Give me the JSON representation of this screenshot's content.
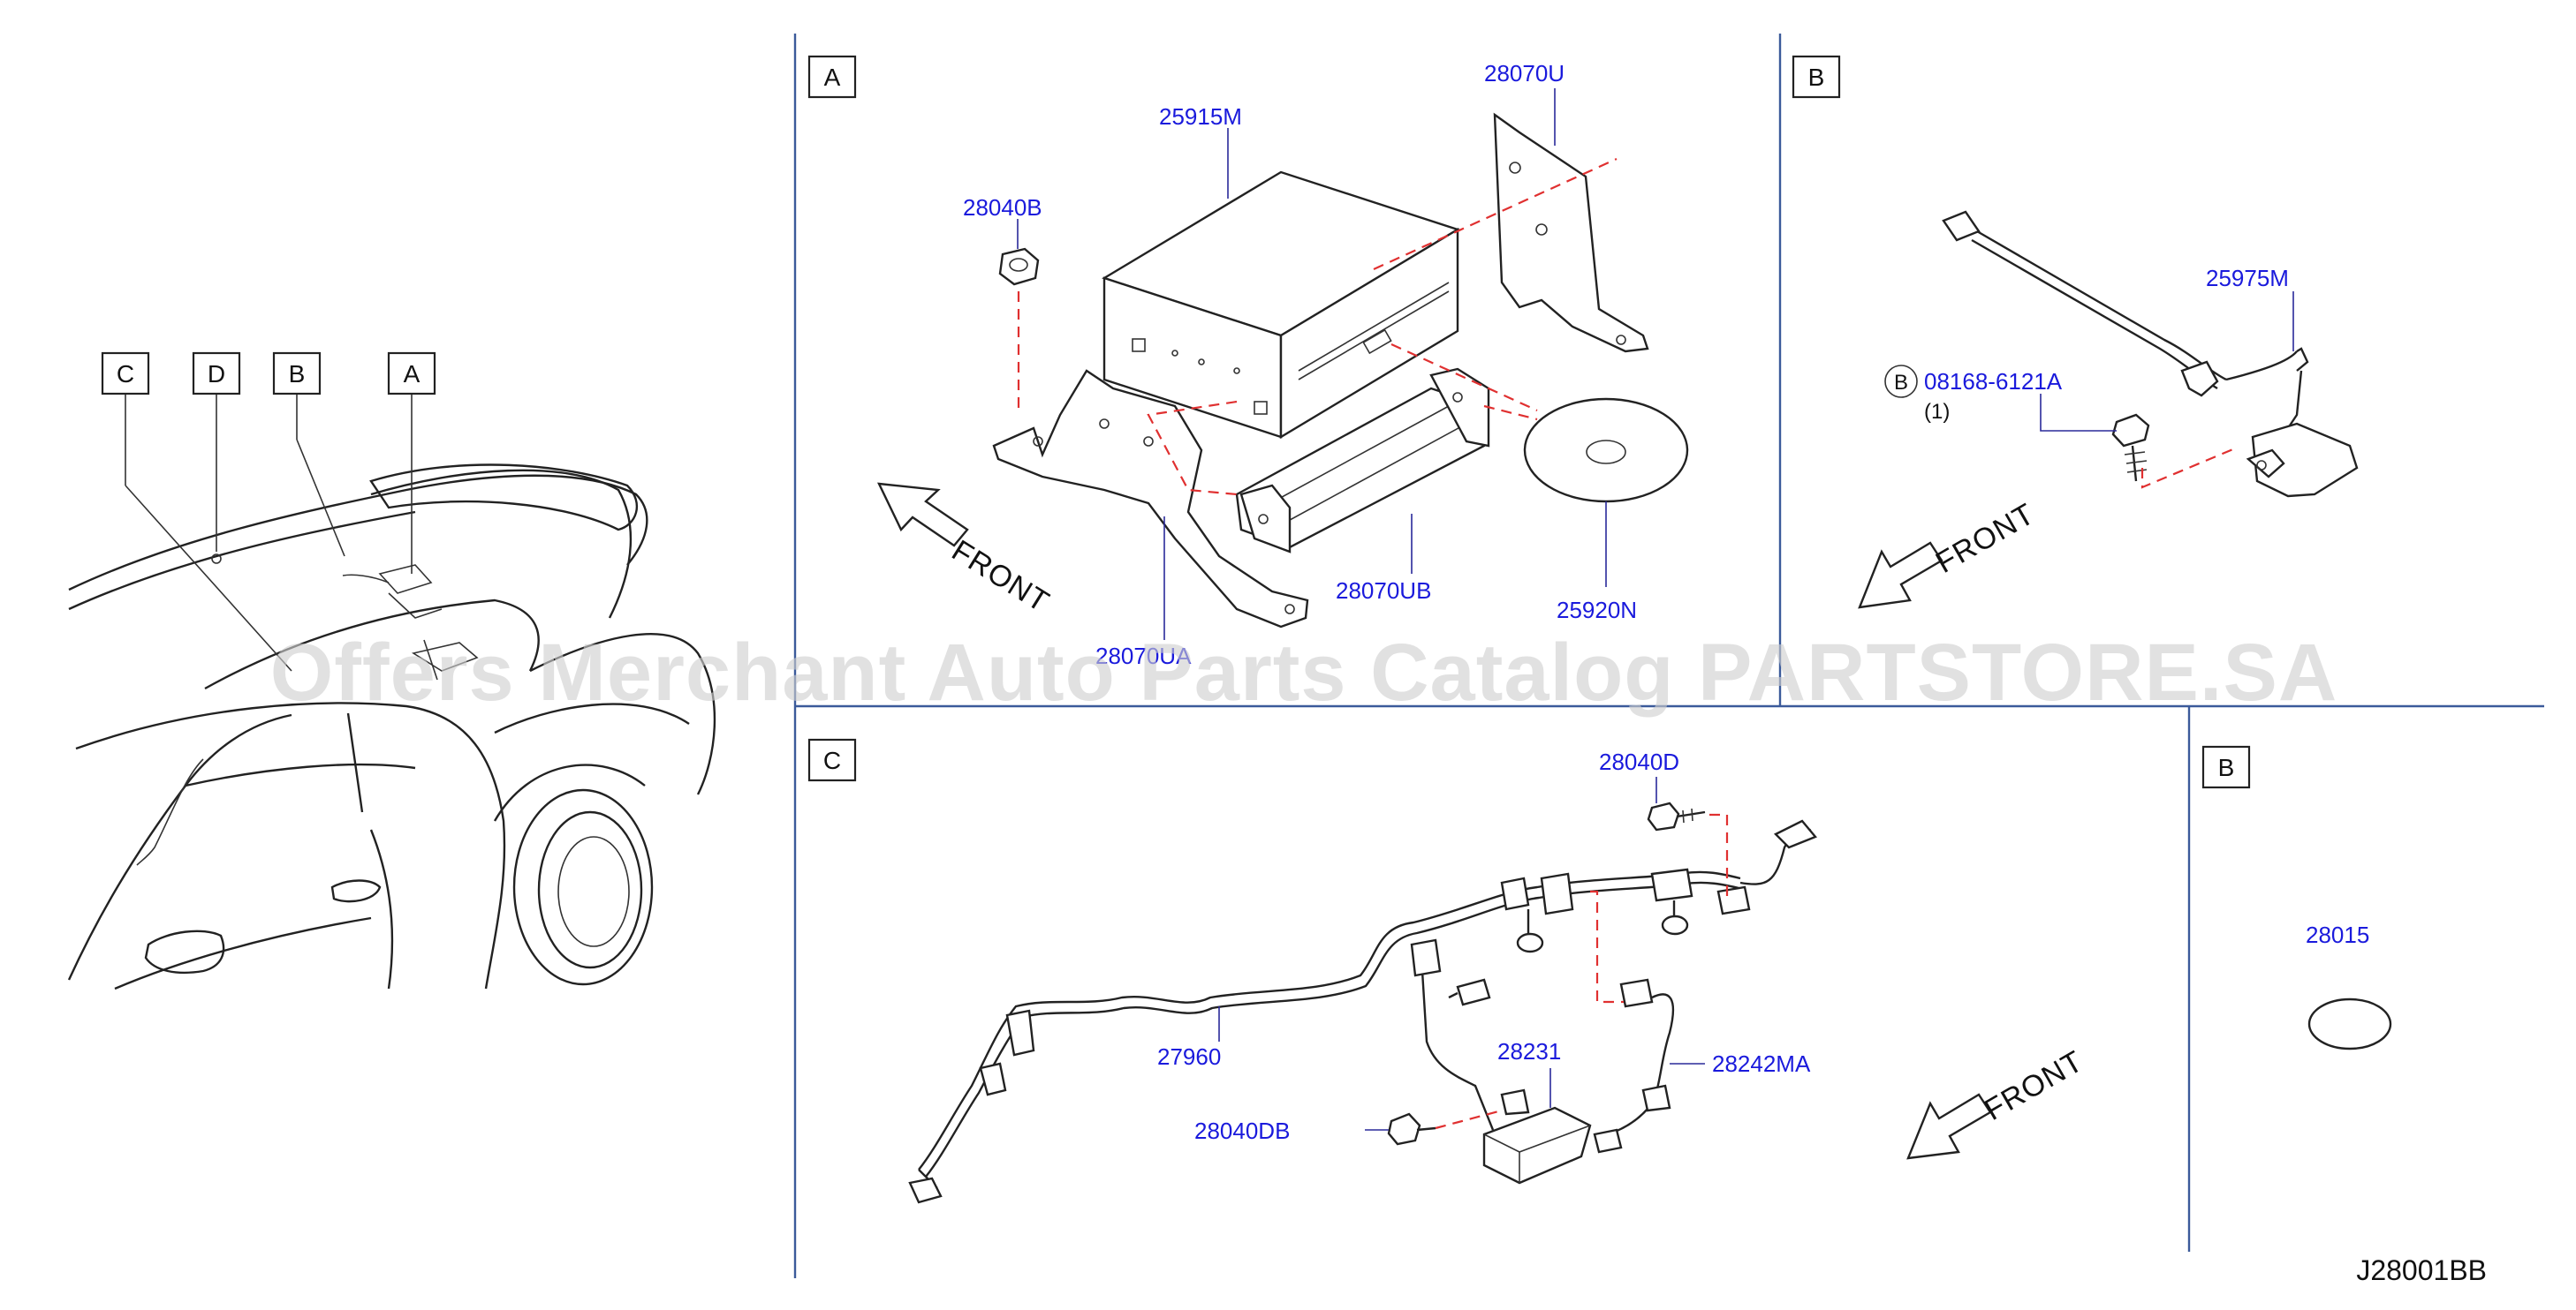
{
  "overview": {
    "view_tags": [
      "C",
      "D",
      "B",
      "A"
    ]
  },
  "panel_a": {
    "tag": "A",
    "callouts": {
      "p25915m": "25915M",
      "p28070u": "28070U",
      "p28040b": "28040B",
      "p28070ub": "28070UB",
      "p25920n": "25920N",
      "p28070ua": "28070UA"
    },
    "front_label": "FRONT"
  },
  "panel_b_top": {
    "tag": "B",
    "callouts": {
      "p25975m": "25975M",
      "bolt_prefix": "B",
      "p08168": "08168-6121A",
      "qty": "(1)"
    },
    "front_label": "FRONT"
  },
  "panel_c": {
    "tag": "C",
    "callouts": {
      "p28040d": "28040D",
      "p27960": "27960",
      "p28231": "28231",
      "p28242ma": "28242MA",
      "p28040db": "28040DB"
    },
    "front_label": "FRONT"
  },
  "panel_b_bottom": {
    "tag": "B",
    "callouts": {
      "p28015": "28015"
    }
  },
  "figure_code": "J28001BB",
  "watermark": "Offers Merchant Auto Parts Catalog PARTSTORE.SA",
  "colors": {
    "callout": "#1a1adc",
    "dashed_leader": "#e03030",
    "divider": "#3b5a9a"
  }
}
